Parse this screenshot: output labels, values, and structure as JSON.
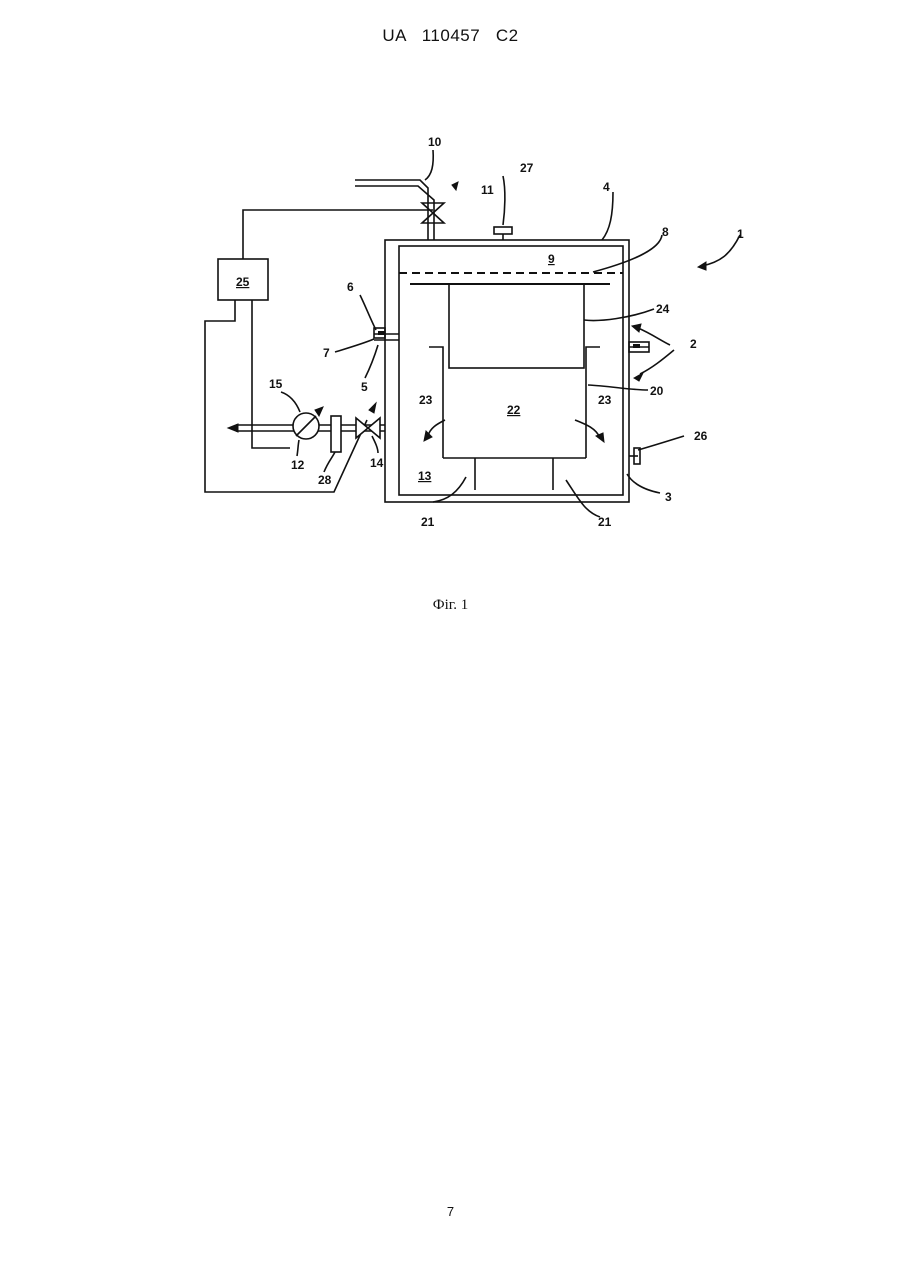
{
  "header": {
    "patent_number": "UA   110457   C2"
  },
  "figure": {
    "caption": "Фіг. 1",
    "labels": {
      "l1": "1",
      "l2": "2",
      "l3": "3",
      "l4": "4",
      "l5": "5",
      "l6": "6",
      "l7": "7",
      "l8": "8",
      "l9": "9",
      "l10": "10",
      "l11": "11",
      "l12": "12",
      "l13": "13",
      "l14": "14",
      "l15": "15",
      "l20": "20",
      "l21a": "21",
      "l21b": "21",
      "l22": "22",
      "l23a": "23",
      "l23b": "23",
      "l24": "24",
      "l25": "25",
      "l26": "26",
      "l27": "27",
      "l28": "28"
    }
  },
  "footer": {
    "page_number": "7"
  }
}
